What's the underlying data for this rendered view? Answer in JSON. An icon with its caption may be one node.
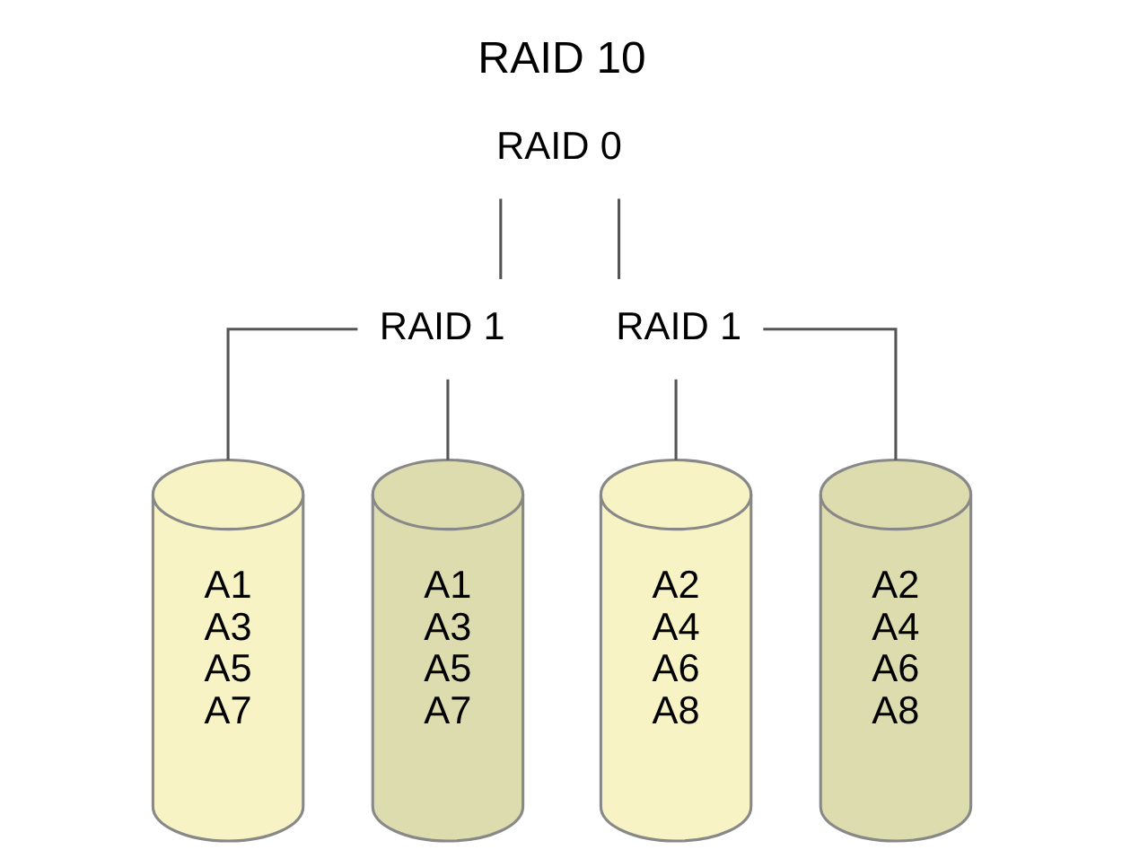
{
  "diagram": {
    "title": "RAID 10",
    "nodes": [
      {
        "text": [
          "RAID 0"
        ]
      },
      {
        "text": [
          "RAID 1"
        ]
      },
      {
        "text": [
          "RAID 1"
        ]
      },
      {
        "text": [
          "A1",
          "A3",
          "A5",
          "A7"
        ]
      },
      {
        "text": [
          "A1",
          "A3",
          "A5",
          "A7"
        ]
      },
      {
        "text": [
          "A2",
          "A4",
          "A6",
          "A8"
        ]
      },
      {
        "text": [
          "A2",
          "A4",
          "A6",
          "A8"
        ]
      }
    ],
    "edges": [
      {
        "from": 0,
        "to": 1,
        "arrow": "none"
      },
      {
        "from": 0,
        "to": 2,
        "arrow": "none"
      },
      {
        "from": 1,
        "to": 3,
        "arrow": "none"
      },
      {
        "from": 1,
        "to": 4,
        "arrow": "none"
      },
      {
        "from": 2,
        "to": 5,
        "arrow": "none"
      },
      {
        "from": 2,
        "to": 6,
        "arrow": "none"
      }
    ]
  }
}
